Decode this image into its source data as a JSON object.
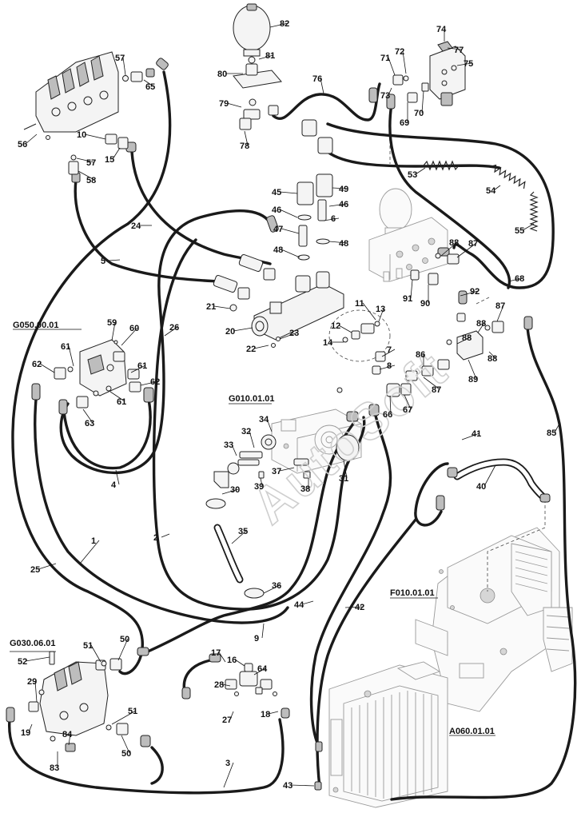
{
  "watermark": "AutoSoft",
  "reference_codes": [
    "G050.00.01",
    "G010.01.01",
    "G030.06.01",
    "F010.01.01",
    "A060.01.01"
  ],
  "part_numbers": [
    "1",
    "2",
    "3",
    "4",
    "5",
    "6",
    "7",
    "8",
    "9",
    "10",
    "11",
    "12",
    "13",
    "14",
    "15",
    "16",
    "17",
    "18",
    "19",
    "20",
    "21",
    "22",
    "23",
    "24",
    "25",
    "26",
    "27",
    "28",
    "29",
    "30",
    "31",
    "32",
    "33",
    "34",
    "35",
    "36",
    "37",
    "38",
    "39",
    "40",
    "41",
    "42",
    "43",
    "44",
    "45",
    "46",
    "47",
    "48",
    "49",
    "50",
    "51",
    "52",
    "53",
    "54",
    "55",
    "56",
    "57",
    "58",
    "59",
    "60",
    "61",
    "62",
    "63",
    "64",
    "65",
    "66",
    "67",
    "68",
    "69",
    "70",
    "71",
    "72",
    "73",
    "74",
    "75",
    "76",
    "77",
    "78",
    "79",
    "80",
    "81",
    "82",
    "83",
    "84",
    "85",
    "86",
    "87",
    "88",
    "89",
    "90",
    "91",
    "92"
  ]
}
